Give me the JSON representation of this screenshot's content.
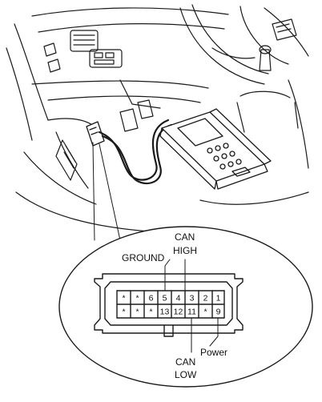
{
  "labels": {
    "ground": "GROUND",
    "can_high": [
      "CAN",
      "HIGH"
    ],
    "can_low": [
      "CAN",
      "LOW"
    ],
    "power": "Power"
  },
  "connector": {
    "top_row": [
      "*",
      "*",
      "6",
      "5",
      "4",
      "3",
      "2",
      "1"
    ],
    "bottom_row": [
      "*",
      "*",
      "*",
      "13",
      "12",
      "11",
      "*",
      "9"
    ]
  },
  "colors": {
    "ink": "#1a1a1a",
    "background": "#ffffff"
  }
}
